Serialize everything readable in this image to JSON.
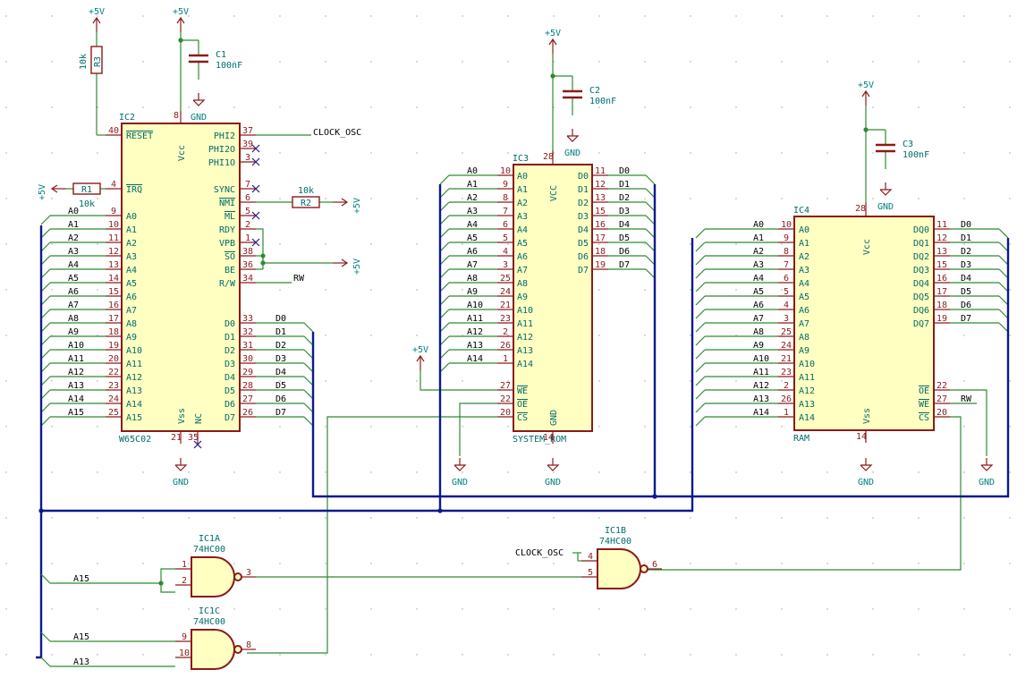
{
  "power": {
    "vcc": "+5V",
    "gnd": "GND"
  },
  "ic2": {
    "ref": "IC2",
    "value": "W65C02",
    "left": [
      {
        "num": "40",
        "name": "RESET",
        "over": true
      },
      {
        "num": "4",
        "name": "IRQ",
        "over": true
      },
      {
        "num": "9",
        "name": "A0"
      },
      {
        "num": "10",
        "name": "A1"
      },
      {
        "num": "11",
        "name": "A2"
      },
      {
        "num": "12",
        "name": "A3"
      },
      {
        "num": "13",
        "name": "A4"
      },
      {
        "num": "14",
        "name": "A5"
      },
      {
        "num": "15",
        "name": "A6"
      },
      {
        "num": "16",
        "name": "A7"
      },
      {
        "num": "17",
        "name": "A8"
      },
      {
        "num": "18",
        "name": "A9"
      },
      {
        "num": "19",
        "name": "A10"
      },
      {
        "num": "20",
        "name": "A11"
      },
      {
        "num": "22",
        "name": "A12"
      },
      {
        "num": "23",
        "name": "A13"
      },
      {
        "num": "24",
        "name": "A14"
      },
      {
        "num": "25",
        "name": "A15"
      }
    ],
    "right": [
      {
        "num": "37",
        "name": "PHI2"
      },
      {
        "num": "39",
        "name": "PHI2O"
      },
      {
        "num": "3",
        "name": "PHI1O"
      },
      {
        "num": "7",
        "name": "SYNC"
      },
      {
        "num": "6",
        "name": "NMI",
        "over": true
      },
      {
        "num": "5",
        "name": "ML",
        "over": true
      },
      {
        "num": "2",
        "name": "RDY"
      },
      {
        "num": "1",
        "name": "VPB"
      },
      {
        "num": "38",
        "name": "SO",
        "over": true
      },
      {
        "num": "36",
        "name": "BE"
      },
      {
        "num": "34",
        "name": "R/W"
      },
      {
        "num": "33",
        "name": "D0"
      },
      {
        "num": "32",
        "name": "D1"
      },
      {
        "num": "31",
        "name": "D2"
      },
      {
        "num": "30",
        "name": "D3"
      },
      {
        "num": "29",
        "name": "D4"
      },
      {
        "num": "28",
        "name": "D5"
      },
      {
        "num": "27",
        "name": "D6"
      },
      {
        "num": "26",
        "name": "D7"
      }
    ],
    "top": {
      "num": "8",
      "name": "Vcc"
    },
    "bottom": [
      {
        "num": "21",
        "name": "Vss"
      },
      {
        "num": "35",
        "name": "NC"
      }
    ]
  },
  "ic3": {
    "ref": "IC3",
    "value": "SYSTEM_ROM",
    "left": [
      {
        "num": "10",
        "name": "A0"
      },
      {
        "num": "9",
        "name": "A1"
      },
      {
        "num": "8",
        "name": "A2"
      },
      {
        "num": "7",
        "name": "A3"
      },
      {
        "num": "6",
        "name": "A4"
      },
      {
        "num": "5",
        "name": "A5"
      },
      {
        "num": "4",
        "name": "A6"
      },
      {
        "num": "3",
        "name": "A7"
      },
      {
        "num": "25",
        "name": "A8"
      },
      {
        "num": "24",
        "name": "A9"
      },
      {
        "num": "21",
        "name": "A10"
      },
      {
        "num": "23",
        "name": "A11"
      },
      {
        "num": "2",
        "name": "A12"
      },
      {
        "num": "26",
        "name": "A13"
      },
      {
        "num": "1",
        "name": "A14"
      },
      {
        "num": "27",
        "name": "WE",
        "over": true
      },
      {
        "num": "22",
        "name": "OE",
        "over": true
      },
      {
        "num": "20",
        "name": "CS",
        "over": true
      }
    ],
    "right": [
      {
        "num": "11",
        "name": "D0"
      },
      {
        "num": "12",
        "name": "D1"
      },
      {
        "num": "13",
        "name": "D2"
      },
      {
        "num": "15",
        "name": "D3"
      },
      {
        "num": "16",
        "name": "D4"
      },
      {
        "num": "17",
        "name": "D5"
      },
      {
        "num": "18",
        "name": "D6"
      },
      {
        "num": "19",
        "name": "D7"
      }
    ],
    "top": {
      "num": "28",
      "name": "VCC"
    },
    "bottom": {
      "num": "14",
      "name": "GND"
    }
  },
  "ic4": {
    "ref": "IC4",
    "value": "RAM",
    "left": [
      {
        "num": "10",
        "name": "A0"
      },
      {
        "num": "9",
        "name": "A1"
      },
      {
        "num": "8",
        "name": "A2"
      },
      {
        "num": "7",
        "name": "A3"
      },
      {
        "num": "6",
        "name": "A4"
      },
      {
        "num": "5",
        "name": "A5"
      },
      {
        "num": "4",
        "name": "A6"
      },
      {
        "num": "3",
        "name": "A7"
      },
      {
        "num": "25",
        "name": "A8"
      },
      {
        "num": "24",
        "name": "A9"
      },
      {
        "num": "21",
        "name": "A10"
      },
      {
        "num": "23",
        "name": "A11"
      },
      {
        "num": "2",
        "name": "A12"
      },
      {
        "num": "26",
        "name": "A13"
      },
      {
        "num": "1",
        "name": "A14"
      }
    ],
    "right": [
      {
        "num": "11",
        "name": "DQ0"
      },
      {
        "num": "12",
        "name": "DQ1"
      },
      {
        "num": "13",
        "name": "DQ2"
      },
      {
        "num": "15",
        "name": "DQ3"
      },
      {
        "num": "16",
        "name": "DQ4"
      },
      {
        "num": "17",
        "name": "DQ5"
      },
      {
        "num": "18",
        "name": "DQ6"
      },
      {
        "num": "19",
        "name": "DQ7"
      },
      {
        "num": "22",
        "name": "OE",
        "over": true
      },
      {
        "num": "27",
        "name": "WE",
        "over": true
      },
      {
        "num": "20",
        "name": "CS",
        "over": true
      }
    ],
    "top": {
      "num": "28",
      "name": "Vcc"
    },
    "bottom": {
      "num": "14",
      "name": "Vss"
    }
  },
  "caps": [
    {
      "ref": "C1",
      "value": "100nF"
    },
    {
      "ref": "C2",
      "value": "100nF"
    },
    {
      "ref": "C3",
      "value": "100nF"
    }
  ],
  "resistors": [
    {
      "ref": "R3",
      "value": "10k"
    },
    {
      "ref": "R1",
      "value": "10k"
    },
    {
      "ref": "R2",
      "value": "10k"
    }
  ],
  "gates": [
    {
      "ref": "IC1A",
      "value": "74HC00",
      "in1": "1",
      "in2": "2",
      "out": "3"
    },
    {
      "ref": "IC1B",
      "value": "74HC00",
      "in1": "4",
      "in2": "5",
      "out": "6"
    },
    {
      "ref": "IC1C",
      "value": "74HC00",
      "in1": "9",
      "in2": "10",
      "out": "8"
    }
  ],
  "nets": {
    "clock": "CLOCK_OSC",
    "rw": "RW",
    "addr": [
      "A0",
      "A1",
      "A2",
      "A3",
      "A4",
      "A5",
      "A6",
      "A7",
      "A8",
      "A9",
      "A10",
      "A11",
      "A12",
      "A13",
      "A14",
      "A15"
    ],
    "data": [
      "D0",
      "D1",
      "D2",
      "D3",
      "D4",
      "D5",
      "D6",
      "D7"
    ],
    "gate_a15": "A15",
    "gate_a13": "A13"
  }
}
